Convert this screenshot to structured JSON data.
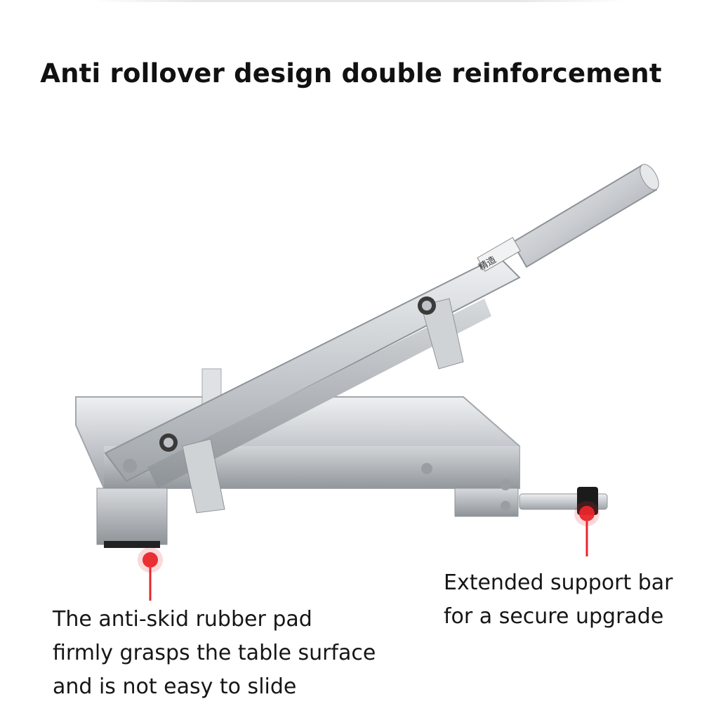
{
  "title": "Anti rollover design double reinforcement",
  "brand_mark": "精造",
  "callouts": {
    "left": {
      "lines": [
        "The anti-skid rubber pad",
        "firmly grasps the table surface",
        "and is not easy to slide"
      ]
    },
    "right": {
      "lines": [
        "Extended support bar",
        "for a secure upgrade"
      ]
    }
  },
  "colors": {
    "marker": "#e8262b",
    "text": "#161616",
    "steel": "#c9ccd0"
  }
}
